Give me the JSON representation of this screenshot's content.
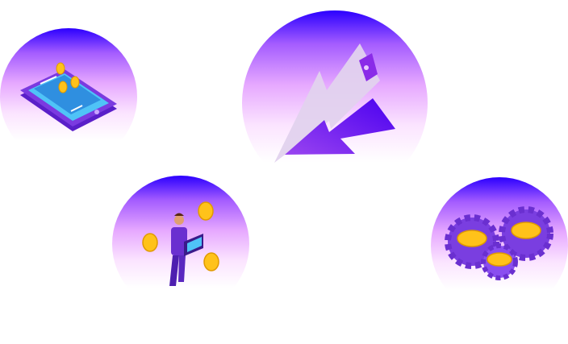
{
  "colors": {
    "gradient_top": "#2b00ff",
    "gradient_mid": "#e6a8ff",
    "gradient_bottom": "#ffffff",
    "coin": "#ffc21a",
    "purple": "#5a1fc9"
  },
  "illustrations": [
    "phone-with-coins",
    "lightning-arrow",
    "person-with-laptop-and-coins",
    "gears-with-coins"
  ]
}
